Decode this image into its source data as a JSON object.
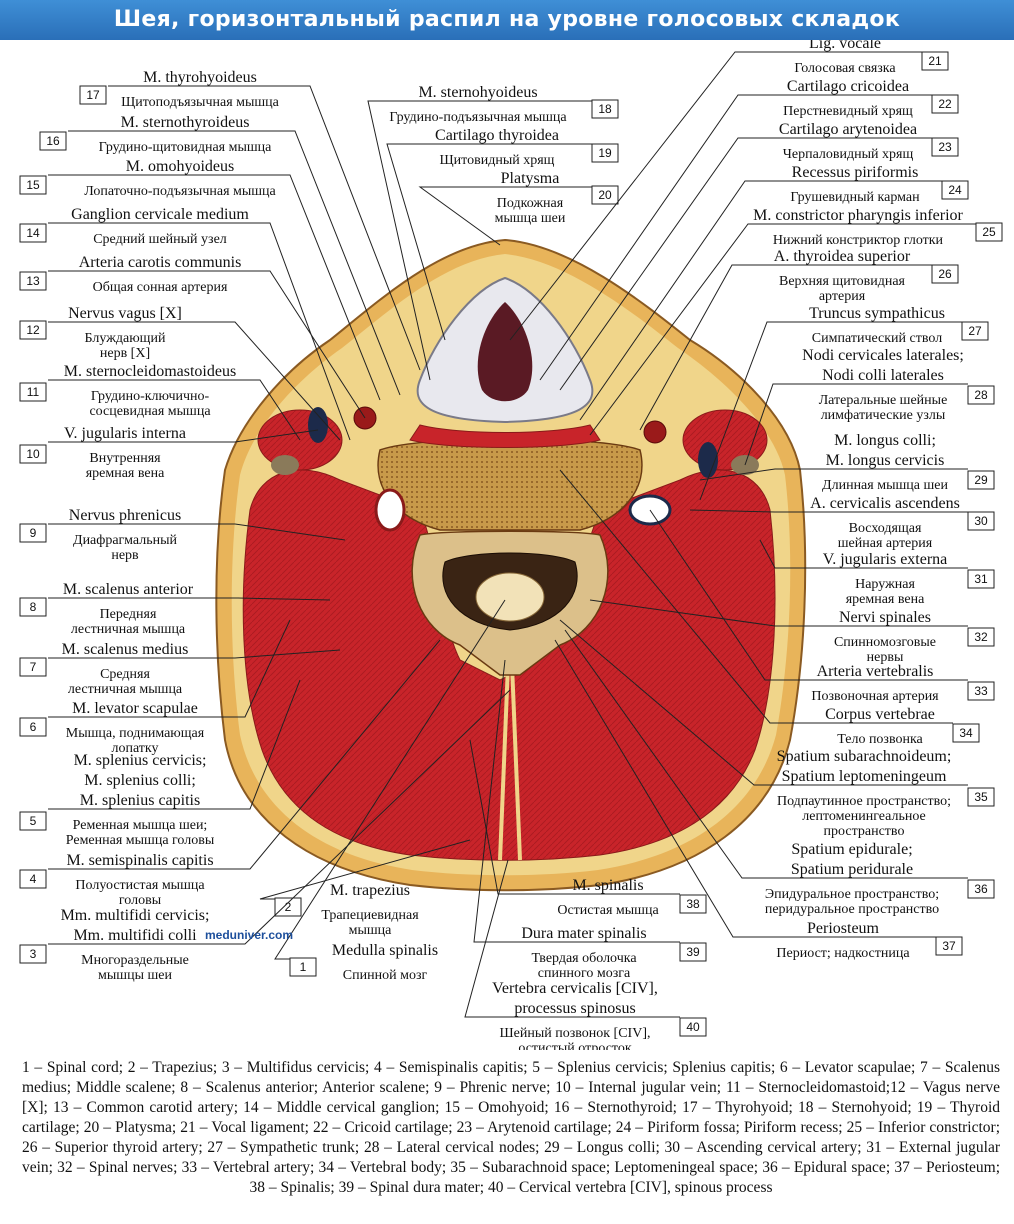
{
  "title": "Шея, горизонтальный распил на уровне голосовых складок",
  "watermark": "meduniver.com",
  "labels": [
    {
      "num": "1",
      "lat": "Medulla spinalis",
      "ru": [
        "Спинной мозг"
      ]
    },
    {
      "num": "2",
      "lat": "M. trapezius",
      "ru": [
        "Трапециевидная",
        "мышца"
      ]
    },
    {
      "num": "3",
      "lat": "Mm. multifidi cervicis; Mm. multifidi colli",
      "ru": [
        "Многораздельные",
        "мышцы шеи"
      ]
    },
    {
      "num": "4",
      "lat": "M. semispinalis capitis",
      "ru": [
        "Полуостистая мышца",
        "головы"
      ]
    },
    {
      "num": "5",
      "lat": "M. splenius cervicis; M. splenius colli; M. splenius capitis",
      "ru": [
        "Ременная мышца шеи;",
        "Ременная мышца головы"
      ]
    },
    {
      "num": "6",
      "lat": "M. levator scapulae",
      "ru": [
        "Мышца, поднимающая",
        "лопатку"
      ]
    },
    {
      "num": "7",
      "lat": "M. scalenus medius",
      "ru": [
        "Средняя",
        "лестничная мышца"
      ]
    },
    {
      "num": "8",
      "lat": "M. scalenus anterior",
      "ru": [
        "Передняя",
        "лестничная мышца"
      ]
    },
    {
      "num": "9",
      "lat": "Nervus phrenicus",
      "ru": [
        "Диафрагмальный",
        "нерв"
      ]
    },
    {
      "num": "10",
      "lat": "V. jugularis interna",
      "ru": [
        "Внутренняя",
        "яремная вена"
      ]
    },
    {
      "num": "11",
      "lat": "M. sternocleidomastoideus",
      "ru": [
        "Грудино-ключично-",
        "сосцевидная мышца"
      ]
    },
    {
      "num": "12",
      "lat": "Nervus vagus [X]",
      "ru": [
        "Блуждающий",
        "нерв [X]"
      ]
    },
    {
      "num": "13",
      "lat": "Arteria carotis communis",
      "ru": [
        "Общая сонная артерия"
      ]
    },
    {
      "num": "14",
      "lat": "Ganglion cervicale medium",
      "ru": [
        "Средний шейный узел"
      ]
    },
    {
      "num": "15",
      "lat": "M. omohyoideus",
      "ru": [
        "Лопаточно-подъязычная мышца"
      ]
    },
    {
      "num": "16",
      "lat": "M. sternothyroideus",
      "ru": [
        "Грудино-щитовидная мышца"
      ]
    },
    {
      "num": "17",
      "lat": "M. thyrohyoideus",
      "ru": [
        "Щитоподъязычная мышца"
      ]
    },
    {
      "num": "18",
      "lat": "M. sternohyoideus",
      "ru": [
        "Грудино-подъязычная мышца"
      ]
    },
    {
      "num": "19",
      "lat": "Cartilago thyroidea",
      "ru": [
        "Щитовидный хрящ"
      ]
    },
    {
      "num": "20",
      "lat": "Platysma",
      "ru": [
        "Подкожная",
        "мышца шеи"
      ]
    },
    {
      "num": "21",
      "lat": "Lig. vocale",
      "ru": [
        "Голосовая связка"
      ]
    },
    {
      "num": "22",
      "lat": "Cartilago cricoidea",
      "ru": [
        "Перстневидный хрящ"
      ]
    },
    {
      "num": "23",
      "lat": "Cartilago arytenoidea",
      "ru": [
        "Черпаловидный хрящ"
      ]
    },
    {
      "num": "24",
      "lat": "Recessus piriformis",
      "ru": [
        "Грушевидный карман"
      ]
    },
    {
      "num": "25",
      "lat": "M. constrictor pharyngis inferior",
      "ru": [
        "Нижний констриктор глотки"
      ]
    },
    {
      "num": "26",
      "lat": "A. thyroidea superior",
      "ru": [
        "Верхняя щитовидная",
        "артерия"
      ]
    },
    {
      "num": "27",
      "lat": "Truncus sympathicus",
      "ru": [
        "Симпатический ствол"
      ]
    },
    {
      "num": "28",
      "lat": "Nodi cervicales laterales; Nodi colli laterales",
      "ru": [
        "Латеральные шейные",
        "лимфатические узлы"
      ]
    },
    {
      "num": "29",
      "lat": "M. longus colli; M. longus cervicis",
      "ru": [
        "Длинная мышца шеи"
      ]
    },
    {
      "num": "30",
      "lat": "A. cervicalis ascendens",
      "ru": [
        "Восходящая",
        "шейная артерия"
      ]
    },
    {
      "num": "31",
      "lat": "V. jugularis externa",
      "ru": [
        "Наружная",
        "яремная вена"
      ]
    },
    {
      "num": "32",
      "lat": "Nervi spinales",
      "ru": [
        "Спинномозговые",
        "нервы"
      ]
    },
    {
      "num": "33",
      "lat": "Arteria vertebralis",
      "ru": [
        "Позвоночная артерия"
      ]
    },
    {
      "num": "34",
      "lat": "Corpus vertebrae",
      "ru": [
        "Тело позвонка"
      ]
    },
    {
      "num": "35",
      "lat": "Spatium subarachnoideum; Spatium leptomeningeum",
      "ru": [
        "Подпаутинное пространство;",
        "лептоменингеальное",
        "пространство"
      ]
    },
    {
      "num": "36",
      "lat": "Spatium epidurale; Spatium peridurale",
      "ru": [
        "Эпидуральное пространство;",
        "перидуральное пространство"
      ]
    },
    {
      "num": "37",
      "lat": "Periosteum",
      "ru": [
        "Периост; надкостница"
      ]
    },
    {
      "num": "38",
      "lat": "M. spinalis",
      "ru": [
        "Остистая мышца"
      ]
    },
    {
      "num": "39",
      "lat": "Dura mater spinalis",
      "ru": [
        "Твердая оболочка",
        "спинного мозга"
      ]
    },
    {
      "num": "40",
      "lat": "Vertebra cervicalis [CIV], processus spinosus",
      "ru": [
        "Шейный позвонок [CIV],",
        "остистый отросток"
      ]
    }
  ],
  "legend": "1 – Spinal cord; 2 – Trapezius; 3 – Multifidus cervicis; 4 – Semispinalis capitis; 5 – Splenius cervicis; Splenius capitis; 6 – Levator scapulae; 7 – Scalenus medius; Middle scalene; 8 – Scalenus anterior; Anterior scalene; 9 – Phrenic nerve; 10 – Internal jugular vein; 11 – Sternocleidomastoid;12 – Vagus nerve [X]; 13 – Common carotid artery; 14 – Middle cervical ganglion; 15 – Omohyoid; 16 – Sternothyroid; 17 – Thyrohyoid; 18 – Sternohyoid; 19 – Thyroid cartilage; 20 – Platysma; 21 – Vocal ligament; 22 – Cricoid cartilage; 23 – Arytenoid cartilage; 24 – Piriform fossa; Piriform recess; 25 – Inferior constrictor; 26 – Superior thyroid artery; 27 – Sympathetic trunk; 28 – Lateral cervical nodes; 29 – Longus colli; 30 – Ascending cervical artery; 31 – External jugular vein; 32 – Spinal nerves; 33 – Vertebral artery; 34 – Vertebral body; 35 – Subarachnoid space; Leptomeningeal space; 36 – Epidural space; 37 – Periosteum; 38 – Spinalis; 39 – Spinal dura mater; 40 – Cervical vertebra [CIV], spinous process",
  "colors": {
    "title_bar": "#2a6fb8",
    "skin": "#e8b45a",
    "muscle": "#c8242a",
    "fat": "#f0d58a",
    "bone": "#c89a4a",
    "cartilage": "#e8e8ee",
    "vein": "#1c2a4a",
    "artery": "#9a1a1a"
  }
}
